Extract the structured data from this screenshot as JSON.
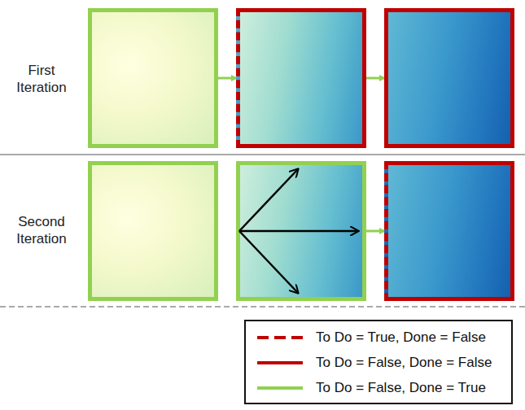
{
  "diagram": {
    "nodes": [
      {
        "text": []
      },
      {
        "text": []
      },
      {
        "text": []
      },
      {
        "text": []
      },
      {
        "text": []
      },
      {
        "text": []
      }
    ],
    "edges": [
      {
        "from": 0,
        "to": 1,
        "arrow": "to"
      },
      {
        "from": 1,
        "to": 2,
        "arrow": "to"
      },
      {
        "from": 4,
        "to": 5,
        "arrow": "to"
      }
    ],
    "labels": [
      "First Iteration",
      "Second Iteration"
    ],
    "legend": [
      {
        "text": "To Do = True, Done = False"
      },
      {
        "text": "To Do = False, Done = False"
      },
      {
        "text": "To Do = False, Done = True"
      }
    ]
  }
}
